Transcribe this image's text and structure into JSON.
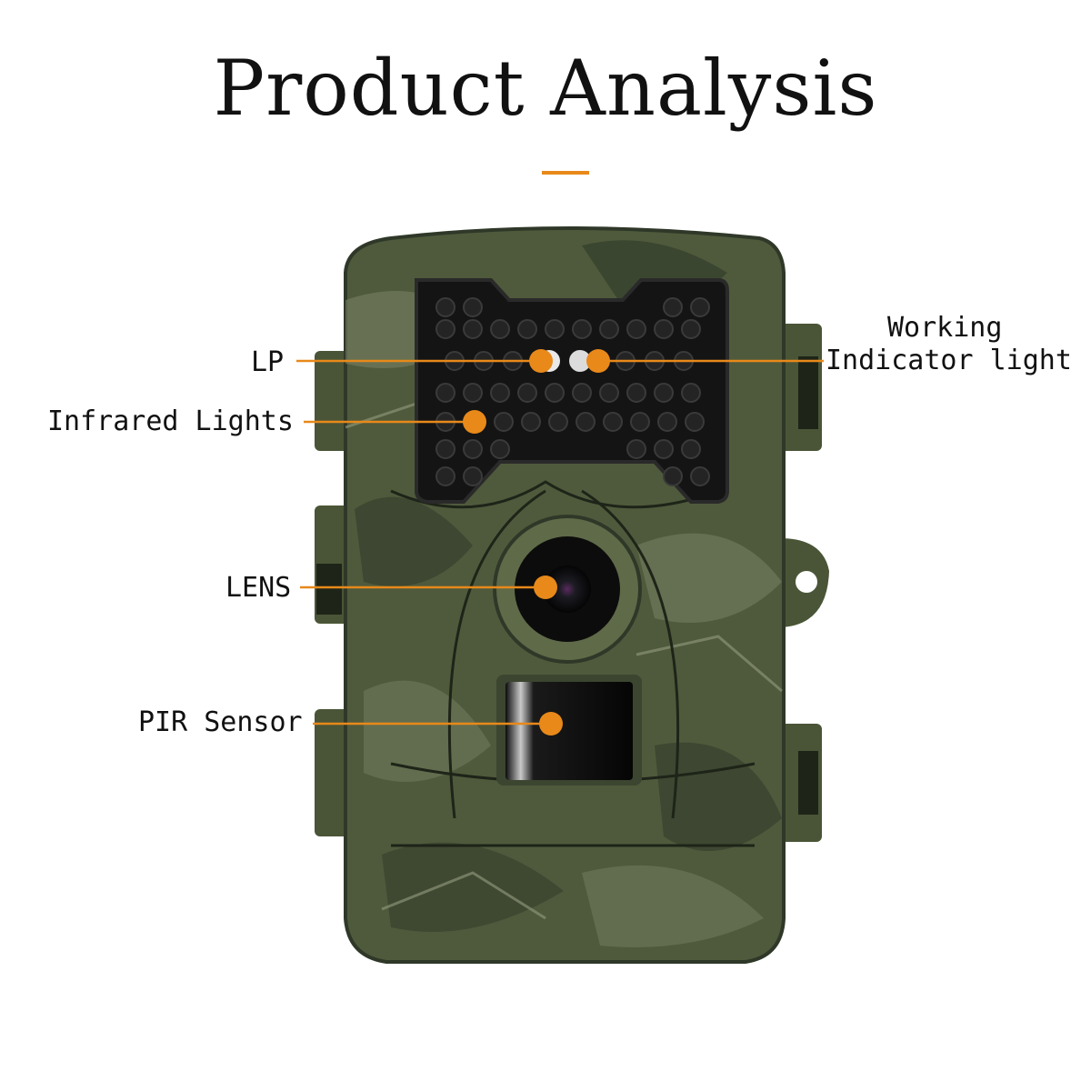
{
  "title": "Product Analysis",
  "colors": {
    "accent": "#e8891a",
    "camo_base": "#4f5a3c",
    "camo_dark": "#2f3828",
    "camo_light": "#7b8466",
    "panel_black": "#141414"
  },
  "callouts": [
    {
      "id": "lp",
      "label": "LP"
    },
    {
      "id": "infrared",
      "label": "Infrared Lights"
    },
    {
      "id": "lens",
      "label": "LENS"
    },
    {
      "id": "pir",
      "label": "PIR Sensor"
    },
    {
      "id": "working",
      "label_line1": "Working",
      "label_line2": "Indicator light"
    }
  ]
}
